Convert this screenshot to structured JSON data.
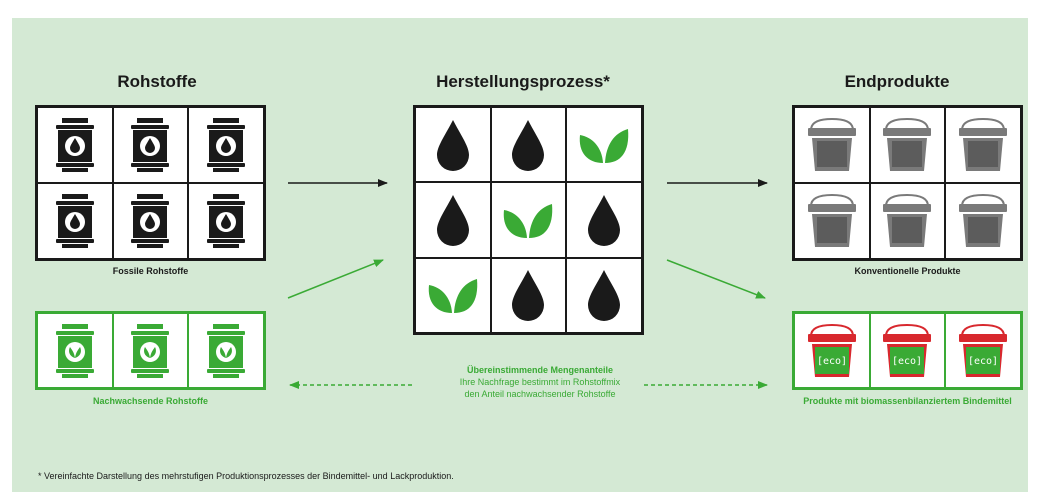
{
  "titles": {
    "raw": "Rohstoffe",
    "process": "Herstellungsprozess*",
    "products": "Endprodukte"
  },
  "captions": {
    "fossil": "Fossile Rohstoffe",
    "renewable": "Nachwachsende Rohstoffe",
    "conventional": "Konventionelle Produkte",
    "eco_products": "Produkte mit biomassenbilanziertem Bindemittel"
  },
  "center_text": {
    "heading": "Übereinstimmende Mengenanteile",
    "line1": "Ihre Nachfrage bestimmt im Rohstoffmix",
    "line2": "den Anteil nachwachsender Rohstoffe"
  },
  "eco_label": "[eco]",
  "footnote": "* Vereinfachte Darstellung des mehrstufigen Produktionsprozesses der Bindemittel- und Lackproduktion.",
  "process_grid": [
    "oil-drop-icon",
    "oil-drop-icon",
    "leaf-icon",
    "oil-drop-icon",
    "leaf-icon",
    "oil-drop-icon",
    "leaf-icon",
    "oil-drop-icon",
    "oil-drop-icon"
  ],
  "colors": {
    "background": "#d4e9d4",
    "green": "#3aaa35",
    "black": "#1a1a1a",
    "bucket_gray": "#7a7a7a",
    "eco_red": "#d8282e"
  }
}
